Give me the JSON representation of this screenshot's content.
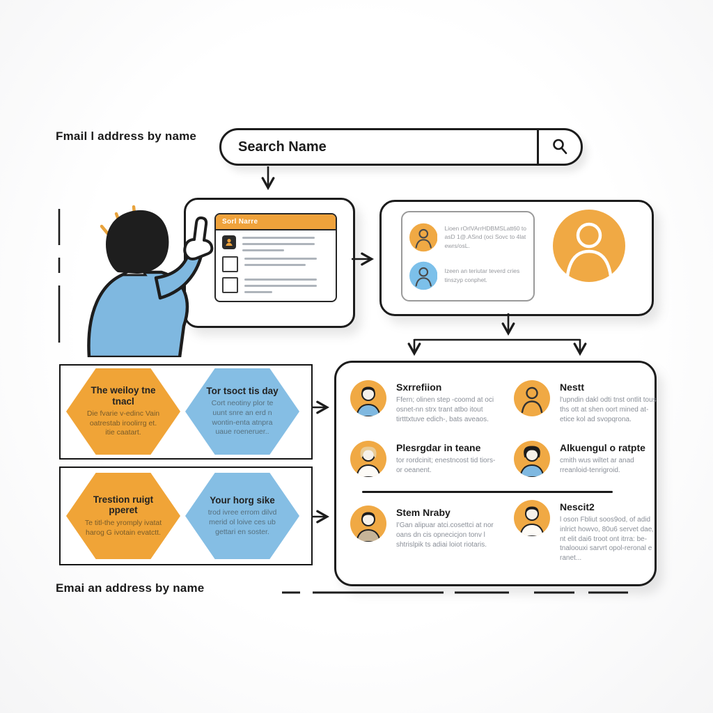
{
  "labels": {
    "top": "Fmail l address by name",
    "bottom": "Emai an address by name"
  },
  "search": {
    "label": "Search Name"
  },
  "browser_card": {
    "header": "Sorl Narre"
  },
  "info_card": {
    "items": [
      {
        "circle_color": "#f0a944",
        "text": "Lioen rOrlVArrHDBMSLatt60 to asD 1@.ASnd (oci Sovc to 4lat ewrs/osL."
      },
      {
        "circle_color": "#7cc0ea",
        "text": "Izeen an teriutar teverd cries tinszyp conphet."
      }
    ]
  },
  "hex_rows": [
    {
      "hexes": [
        {
          "style": "orange",
          "title": "The weiloy tne tnacl",
          "body": "Die fvarie v-edinc Vain oatrestab iroolirrg et. itie caatart."
        },
        {
          "style": "blue",
          "title": "Tor tsoct tis day",
          "body": "Cort neotiny plor te uunt snre an erd n wontin-enta atnpra uaue roeneruer.."
        }
      ]
    },
    {
      "hexes": [
        {
          "style": "orange",
          "title": "Trestion ruigt pperet",
          "body": "Te titl-the yromply ivatat harog G ivotain evatctt."
        },
        {
          "style": "blue",
          "title": "Your horg sike",
          "body": "trod ivree errom dilvd merid ol loive ces ub gettari en soster."
        }
      ]
    }
  ],
  "people_card": {
    "entries": [
      {
        "name": "Sxrrefiion",
        "desc": "Ffern; olinen step -coomd at oci osnet-nn strx trant atbo itout tirtttxtuve edich-, bats aveaos."
      },
      {
        "name": "Nestt",
        "desc": "l'upndin dakl odti tnst ontlit tous ths ott at shen oort mined at-etice kol ad svopqrona."
      },
      {
        "name": "Plesrgdar in teane",
        "desc": "tor rordcinit; enestncost tid tiors-or oeanent."
      },
      {
        "name": "Alkuengul o ratpte",
        "desc": "cmith wus wiltet ar anad rreanloid-tenrigroid."
      },
      {
        "name": "Stem Nraby",
        "desc": "I'Gan alipuar atci.cosettci at nor oans dn cis opnecicjon tonv l shtrislpik ts adiai loiot riotaris."
      },
      {
        "name": "Nescit2",
        "desc": "l oson Fbliut soos9od, of adid inlrict howvo, 80u6 servet dae, nt elit dai6 troot ont itrra: be-tnaloouxi sarvrt opol-reronal e ranet..."
      }
    ]
  },
  "icons": [
    "search-icon",
    "person-icon",
    "person-avatar-icon",
    "checkbox-icon",
    "pointing-person-illustration"
  ],
  "colors": {
    "accent_orange": "#f0a437",
    "accent_blue": "#85bee4",
    "outline": "#1c1c1c",
    "muted_text": "#8a8f98",
    "background": "#fdfdfd"
  }
}
